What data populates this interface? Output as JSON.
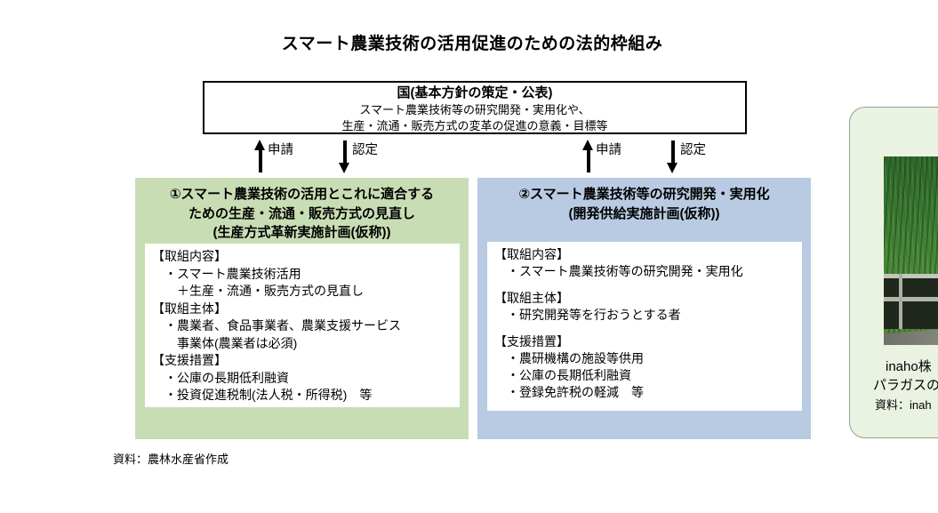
{
  "title": "スマート農業技術の活用促進のための法的枠組み",
  "national_box": {
    "heading": "国(基本方針の策定・公表)",
    "line1": "スマート農業技術等の研究開発・実用化や、",
    "line2": "生産・流通・販売方式の変革の促進の意義・目標等"
  },
  "arrows": {
    "apply_label": "申請",
    "certify_label": "認定"
  },
  "left_panel": {
    "bg_color": "#c9ddb4",
    "title_lines": [
      "①スマート農業技術の活用とこれに適合する",
      "ための生産・流通・販売方式の見直し",
      "(生産方式革新実施計画(仮称))"
    ],
    "body_lines": [
      "【取組内容】",
      "　・スマート農業技術活用",
      "　　＋生産・流通・販売方式の見直し",
      "【取組主体】",
      "　・農業者、食品事業者、農業支援サービス",
      "　　事業体(農業者は必須)",
      "【支援措置】",
      "　・公庫の長期低利融資",
      "　・投資促進税制(法人税・所得税)　等"
    ]
  },
  "right_panel": {
    "bg_color": "#b9cbe2",
    "title_lines": [
      "②スマート農業技術等の研究開発・実用化",
      "(開発供給実施計画(仮称))"
    ],
    "body_lines": [
      "【取組内容】",
      "　・スマート農業技術等の研究開発・実用化",
      "【取組主体】",
      "　・研究開発等を行おうとする者",
      "【支援措置】",
      "　・農研機構の施設等供用",
      "　・公庫の長期低利融資",
      "　・登録免許税の軽減　等"
    ]
  },
  "footer": {
    "source": "資料：農林水産省作成"
  },
  "photo_card": {
    "bg_color": "#eaf3e1",
    "caption_line1": "inaho株",
    "caption_line2": "パラガスの",
    "source_line": "資料：inah"
  }
}
